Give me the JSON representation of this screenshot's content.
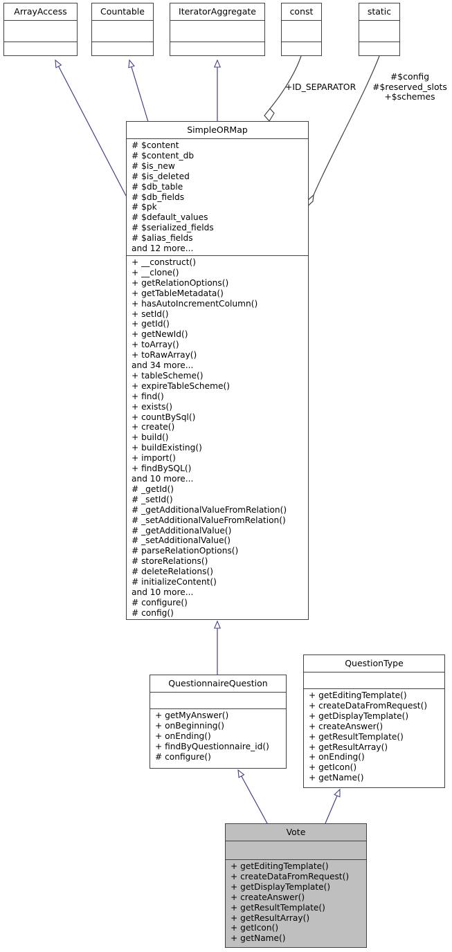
{
  "diagram": {
    "title": "Vote class inheritance diagram",
    "colors": {
      "box_border": "#404040",
      "box_fill": "#ffffff",
      "highlight_fill": "#bfbfbf",
      "inheritance_edge": "#40408f",
      "aggregation_edge": "#404040",
      "text": "#000000"
    }
  },
  "classes": {
    "array_access": {
      "name": "ArrayAccess",
      "attributes": [],
      "operations": []
    },
    "countable": {
      "name": "Countable",
      "attributes": [],
      "operations": []
    },
    "iterator_aggregate": {
      "name": "IteratorAggregate",
      "attributes": [],
      "operations": []
    },
    "const": {
      "name": "const",
      "attributes": [],
      "operations": []
    },
    "static": {
      "name": "static",
      "attributes": [],
      "operations": []
    },
    "simple_ormap": {
      "name": "SimpleORMap",
      "attributes": [
        "# $content",
        "# $content_db",
        "# $is_new",
        "# $is_deleted",
        "# $db_table",
        "# $db_fields",
        "# $pk",
        "# $default_values",
        "# $serialized_fields",
        "# $alias_fields",
        "and 12 more..."
      ],
      "operations": [
        "+ __construct()",
        "+ __clone()",
        "+ getRelationOptions()",
        "+ getTableMetadata()",
        "+ hasAutoIncrementColumn()",
        "+ setId()",
        "+ getId()",
        "+ getNewId()",
        "+ toArray()",
        "+ toRawArray()",
        "and 34 more...",
        "+ tableScheme()",
        "+ expireTableScheme()",
        "+ find()",
        "+ exists()",
        "+ countBySql()",
        "+ create()",
        "+ build()",
        "+ buildExisting()",
        "+ import()",
        "+ findBySQL()",
        "and 10 more...",
        "# _getId()",
        "# _setId()",
        "# _getAdditionalValueFromRelation()",
        "# _setAdditionalValueFromRelation()",
        "# _getAdditionalValue()",
        "# _setAdditionalValue()",
        "# parseRelationOptions()",
        "# storeRelations()",
        "# deleteRelations()",
        "# initializeContent()",
        "and 10 more...",
        "# configure()",
        "# config()"
      ]
    },
    "questionnaire_question": {
      "name": "QuestionnaireQuestion",
      "attributes": [],
      "operations": [
        "+ getMyAnswer()",
        "+ onBeginning()",
        "+ onEnding()",
        "+ findByQuestionnaire_id()",
        "# configure()"
      ]
    },
    "question_type": {
      "name": "QuestionType",
      "attributes": [],
      "operations": [
        "+ getEditingTemplate()",
        "+ createDataFromRequest()",
        "+ getDisplayTemplate()",
        "+ createAnswer()",
        "+ getResultTemplate()",
        "+ getResultArray()",
        "+ onEnding()",
        "+ getIcon()",
        "+ getName()"
      ]
    },
    "vote": {
      "name": "Vote",
      "attributes": [],
      "operations": [
        "+ getEditingTemplate()",
        "+ createDataFromRequest()",
        "+ getDisplayTemplate()",
        "+ createAnswer()",
        "+ getResultTemplate()",
        "+ getResultArray()",
        "+ getIcon()",
        "+ getName()"
      ]
    }
  },
  "edge_labels": {
    "id_separator": "+ID_SEPARATOR",
    "static_members": "#$config\n#$reserved_slots\n+$schemes"
  }
}
